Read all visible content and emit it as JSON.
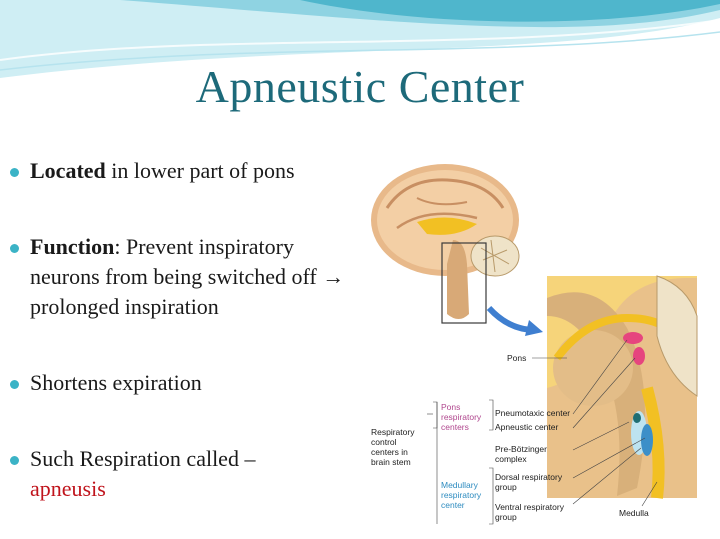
{
  "slide": {
    "title": "Apneustic Center",
    "accent_color": "#1d6a7a",
    "bullet_color": "#3bb3c6"
  },
  "bullets": [
    {
      "bold": "Located",
      "rest": " in lower part of pons"
    },
    {
      "bold": "Function",
      "rest": ": Prevent inspiratory neurons from being switched off → prolonged inspiration"
    },
    {
      "text": "Shortens expiration"
    },
    {
      "text": "Such Respiration called –",
      "highlight": "apneusis",
      "highlight_color": "#c0141c"
    }
  ],
  "figure": {
    "pons": "Pons",
    "respiratory_control": [
      "Respiratory",
      "control",
      "centers in",
      "brain stem"
    ],
    "pons_group": [
      "Pons",
      "respiratory",
      "centers"
    ],
    "pneumotaxic": "Pneumotaxic center",
    "apneustic": "Apneustic center",
    "prebotzinger": [
      "Pre-Bötzinger",
      "complex"
    ],
    "medullary_group": [
      "Medullary",
      "respiratory",
      "center"
    ],
    "dorsal": [
      "Dorsal respiratory",
      "group"
    ],
    "ventral": [
      "Ventral respiratory",
      "group"
    ],
    "medulla": "Medulla"
  }
}
